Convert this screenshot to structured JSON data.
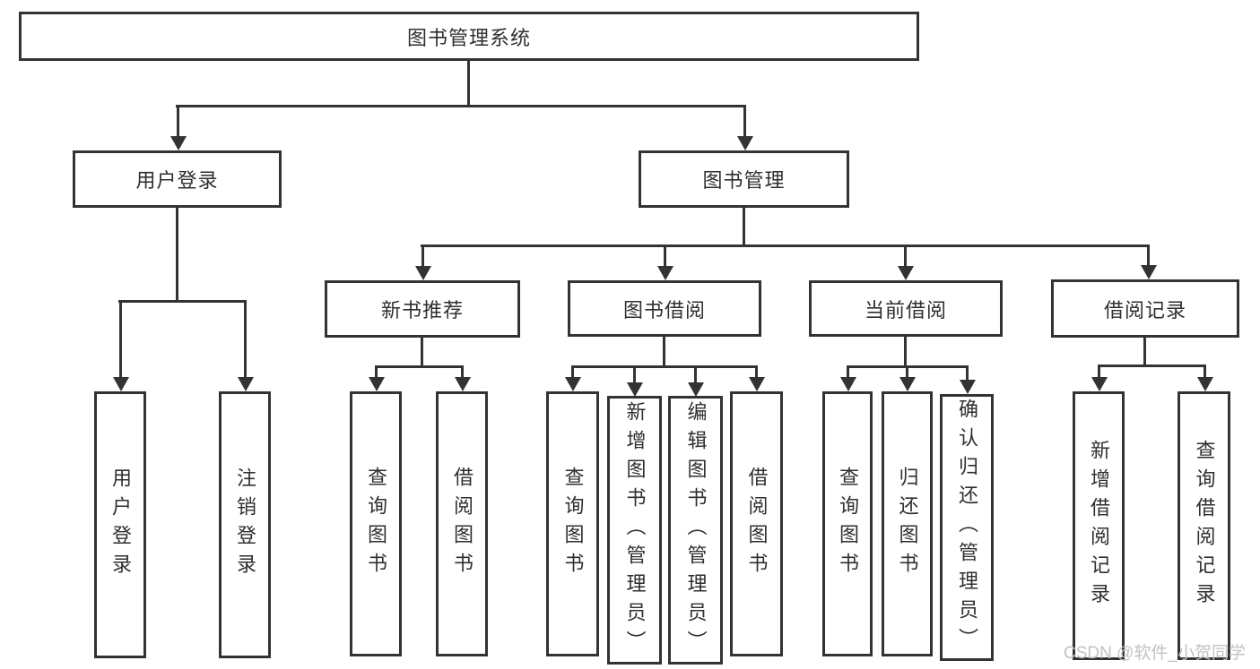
{
  "diagram_type": "hierarchy",
  "colors": {
    "line": "#333333",
    "text": "#2f2f2f",
    "background": "#ffffff",
    "watermark_text_color": "#c2c2c2"
  },
  "tree": {
    "label": "图书管理系统",
    "children": [
      {
        "label": "用户登录",
        "children": [
          {
            "label": "用户登录"
          },
          {
            "label": "注销登录"
          }
        ]
      },
      {
        "label": "图书管理",
        "children": [
          {
            "label": "新书推荐",
            "children": [
              {
                "label": "查询图书"
              },
              {
                "label": "借阅图书"
              }
            ]
          },
          {
            "label": "图书借阅",
            "children": [
              {
                "label": "查询图书"
              },
              {
                "label": "新增图书（管理员）"
              },
              {
                "label": "编辑图书（管理员）"
              },
              {
                "label": "借阅图书"
              }
            ]
          },
          {
            "label": "当前借阅",
            "children": [
              {
                "label": "查询图书"
              },
              {
                "label": "归还图书"
              },
              {
                "label": "确认归还（管理员）"
              }
            ]
          },
          {
            "label": "借阅记录",
            "children": [
              {
                "label": "新增借阅记录"
              },
              {
                "label": "查询借阅记录"
              }
            ]
          }
        ]
      }
    ]
  },
  "watermark": {
    "text": "CSDN @软件_小贺同学"
  }
}
